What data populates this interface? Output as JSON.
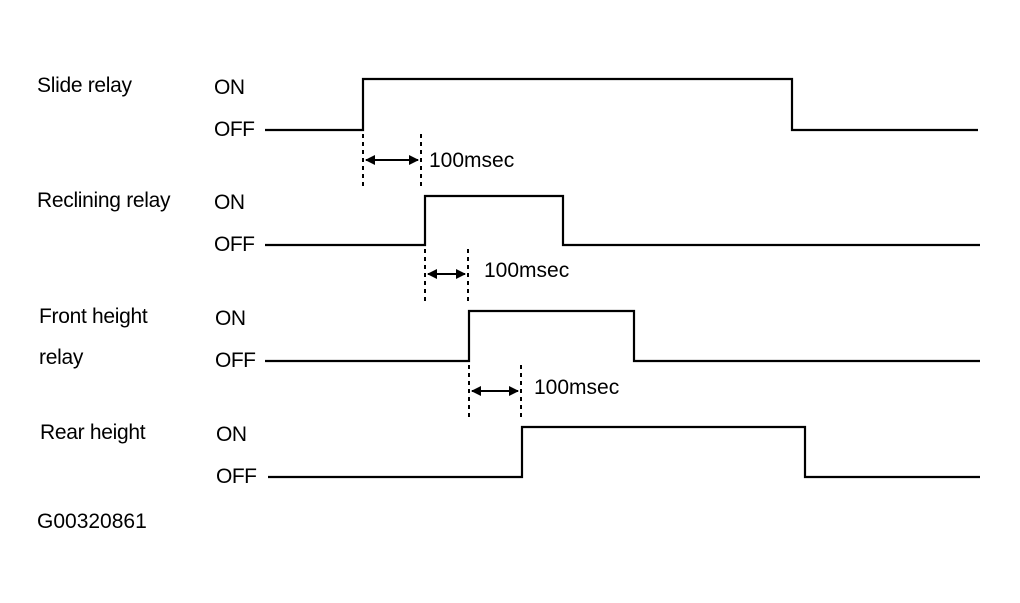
{
  "signals": [
    {
      "name_lines": [
        "Slide relay"
      ],
      "on_label": "ON",
      "off_label": "OFF",
      "delay_label": "100msec"
    },
    {
      "name_lines": [
        "Reclining relay"
      ],
      "on_label": "ON",
      "off_label": "OFF",
      "delay_label": "100msec"
    },
    {
      "name_lines": [
        "Front height",
        "relay"
      ],
      "on_label": "ON",
      "off_label": "OFF",
      "delay_label": "100msec"
    },
    {
      "name_lines": [
        "Rear height"
      ],
      "on_label": "ON",
      "off_label": "OFF"
    }
  ],
  "figure_id": "G00320861",
  "colors": {
    "line": "#000000",
    "background": "#ffffff"
  }
}
